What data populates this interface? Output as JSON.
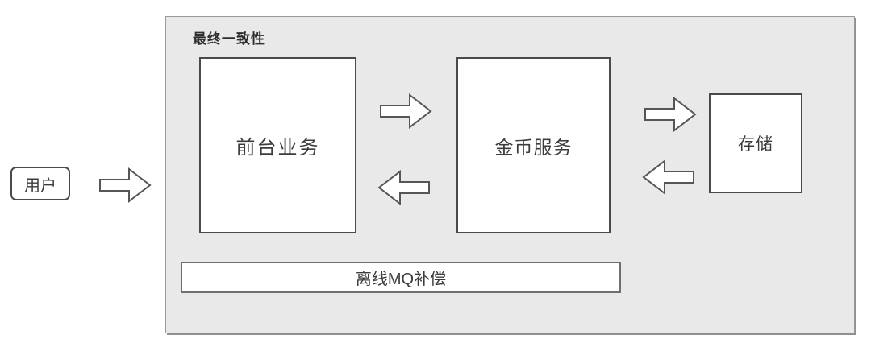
{
  "diagram": {
    "title": "最终一致性",
    "nodes": {
      "user": {
        "label": "用户"
      },
      "frontend": {
        "label": "前台业务"
      },
      "coin_service": {
        "label": "金币服务"
      },
      "storage": {
        "label": "存储"
      },
      "mq_compensation": {
        "label": "离线MQ补偿"
      }
    },
    "connectors": [
      {
        "from": "user",
        "to": "group",
        "icon": "block-arrow-right"
      },
      {
        "from": "frontend",
        "to": "coin_service",
        "icon": "block-arrow-right"
      },
      {
        "from": "coin_service",
        "to": "frontend",
        "icon": "block-arrow-left"
      },
      {
        "from": "coin_service",
        "to": "storage",
        "icon": "block-arrow-right"
      },
      {
        "from": "storage",
        "to": "coin_service",
        "icon": "block-arrow-left"
      }
    ],
    "colors": {
      "canvas_bg": "#ffffff",
      "group_bg": "#e9e9e9",
      "group_border": "#9a9a9a",
      "group_shadow": "#8f8f8f",
      "node_bg": "#ffffff",
      "node_border": "#4a4a4a",
      "text": "#3c3c3c",
      "arrow_fill": "#ffffff",
      "arrow_stroke": "#565656"
    }
  }
}
